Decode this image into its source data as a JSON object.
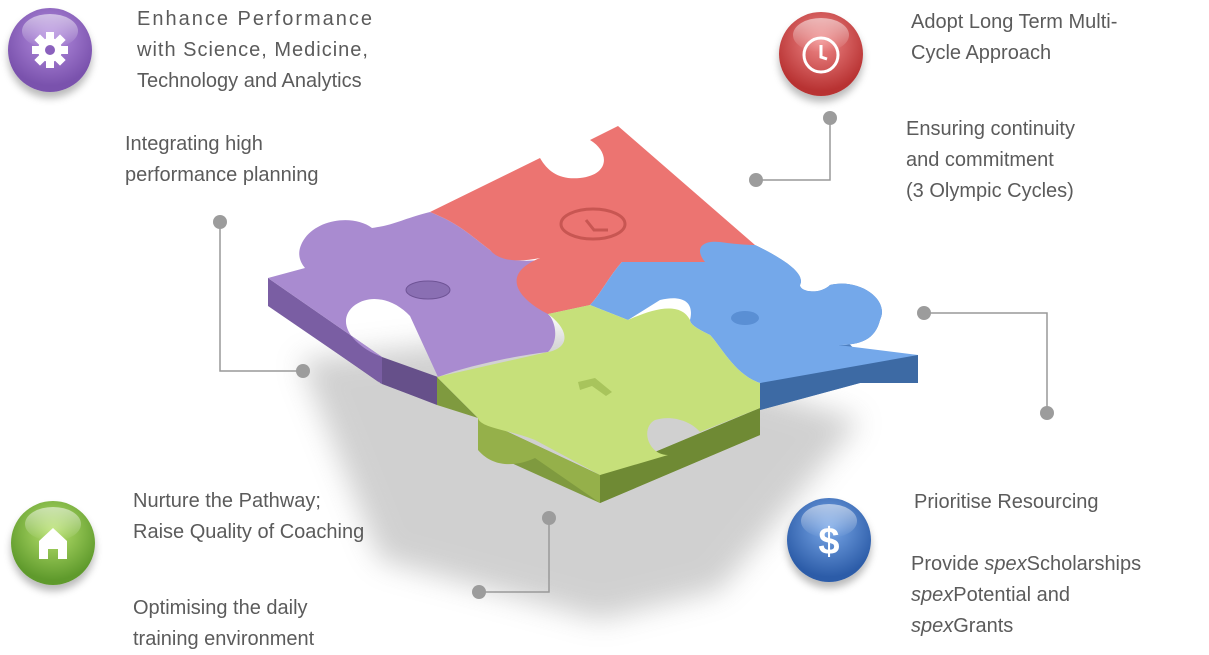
{
  "colors": {
    "purple": "#a98bd0",
    "red": "#ec7471",
    "blue": "#74a8ea",
    "green": "#c6e07a",
    "connector": "#999999"
  },
  "items": {
    "science": {
      "icon": "gear-icon",
      "title_lines": [
        "Enhance Performance",
        "with Science, Medicine,",
        "Technology and Analytics"
      ],
      "desc_lines": [
        "Integrating high",
        "performance planning"
      ]
    },
    "cycle": {
      "icon": "clock-icon",
      "title_lines": [
        "Adopt Long Term Multi-",
        "Cycle Approach"
      ],
      "desc_lines": [
        "Ensuring continuity",
        "and commitment",
        "(3 Olympic Cycles)"
      ]
    },
    "pathway": {
      "icon": "home-icon",
      "title_lines": [
        "Nurture the Pathway;",
        "Raise Quality of Coaching"
      ],
      "desc_lines": [
        "Optimising the daily",
        "training environment"
      ]
    },
    "resourcing": {
      "icon": "dollar-icon",
      "title": "Prioritise Resourcing",
      "desc_line1_prefix": "Provide ",
      "desc_line1_em": "spex",
      "desc_line1_rest": "Scholarships",
      "desc_line2_em": "spex",
      "desc_line2_rest": "Potential and",
      "desc_line3_em": "spex",
      "desc_line3_rest": "Grants"
    }
  }
}
